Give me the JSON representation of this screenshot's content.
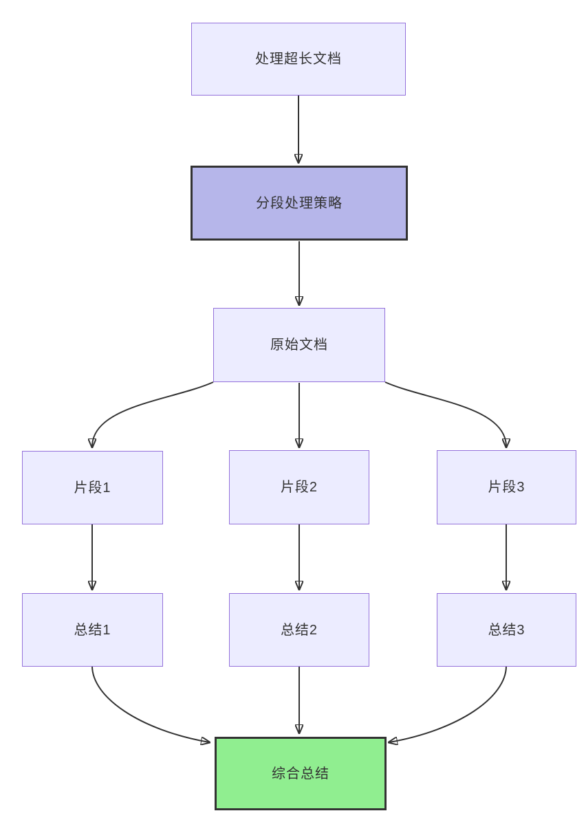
{
  "diagram": {
    "type": "flowchart-top-down",
    "nodes": [
      {
        "id": "A",
        "label": "处理超长文档",
        "style": "default"
      },
      {
        "id": "B",
        "label": "分段处理策略",
        "style": "highlight"
      },
      {
        "id": "C",
        "label": "原始文档",
        "style": "default"
      },
      {
        "id": "D1",
        "label": "片段1",
        "style": "default"
      },
      {
        "id": "D2",
        "label": "片段2",
        "style": "default"
      },
      {
        "id": "D3",
        "label": "片段3",
        "style": "default"
      },
      {
        "id": "E1",
        "label": "总结1",
        "style": "default"
      },
      {
        "id": "E2",
        "label": "总结2",
        "style": "default"
      },
      {
        "id": "E3",
        "label": "总结3",
        "style": "default"
      },
      {
        "id": "F",
        "label": "综合总结",
        "style": "success"
      }
    ],
    "edges": [
      {
        "from": "处理超长文档",
        "to": "分段处理策略"
      },
      {
        "from": "分段处理策略",
        "to": "原始文档"
      },
      {
        "from": "原始文档",
        "to": "片段1"
      },
      {
        "from": "原始文档",
        "to": "片段2"
      },
      {
        "from": "原始文档",
        "to": "片段3"
      },
      {
        "from": "片段1",
        "to": "总结1"
      },
      {
        "from": "片段2",
        "to": "总结2"
      },
      {
        "from": "片段3",
        "to": "总结3"
      },
      {
        "from": "总结1",
        "to": "综合总结"
      },
      {
        "from": "总结2",
        "to": "综合总结"
      },
      {
        "from": "总结3",
        "to": "综合总结"
      }
    ],
    "colors": {
      "node_fill": "#ECECFF",
      "node_border": "#9370DB",
      "highlight_fill": "#b6b6ea",
      "highlight_border": "#333333",
      "success_fill": "#90EE90",
      "success_border": "#333333",
      "edge": "#333333",
      "text": "#333333",
      "background": "#ffffff"
    }
  }
}
